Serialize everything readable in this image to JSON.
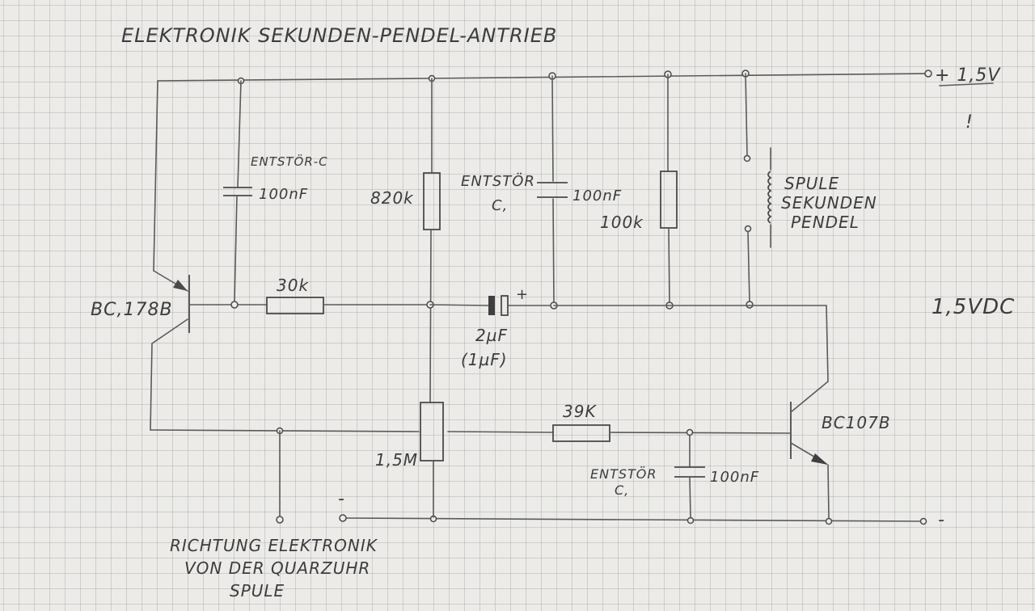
{
  "title": "ELEKTRONIK SEKUNDEN-PENDEL-ANTRIEB",
  "supply": {
    "plus_label": "+ 1,5V",
    "mark": "!",
    "voltage_label": "1,5VDC",
    "minus_label": "-"
  },
  "components": {
    "c_entstor_1": {
      "name": "ENTSTÖR-C",
      "value": "100nF"
    },
    "r_820k": {
      "value": "820k"
    },
    "c_entstor_2": {
      "name_line1": "ENTSTÖR",
      "name_line2": "C,",
      "value": "100nF"
    },
    "r_100k": {
      "value": "100k"
    },
    "coil": {
      "line1": "SPULE",
      "line2": "SEKUNDEN",
      "line3": "PENDEL"
    },
    "q1": {
      "name": "BC,178B"
    },
    "r_30k": {
      "value": "30k"
    },
    "c_2uF": {
      "value": "2µF",
      "alt_value": "(1µF)",
      "polarity": "+"
    },
    "r_1_5M": {
      "value": "1,5M"
    },
    "r_39k": {
      "value": "39K"
    },
    "c_entstor_3": {
      "name_line1": "ENTSTÖR",
      "name_line2": "C,",
      "value": "100nF"
    },
    "q2": {
      "name": "BC107B"
    }
  },
  "coil_terminal_minus": "-",
  "note": {
    "line1": "RICHTUNG ELEKTRONIK",
    "line2": "VON DER QUARZUHR",
    "line3": "SPULE"
  }
}
